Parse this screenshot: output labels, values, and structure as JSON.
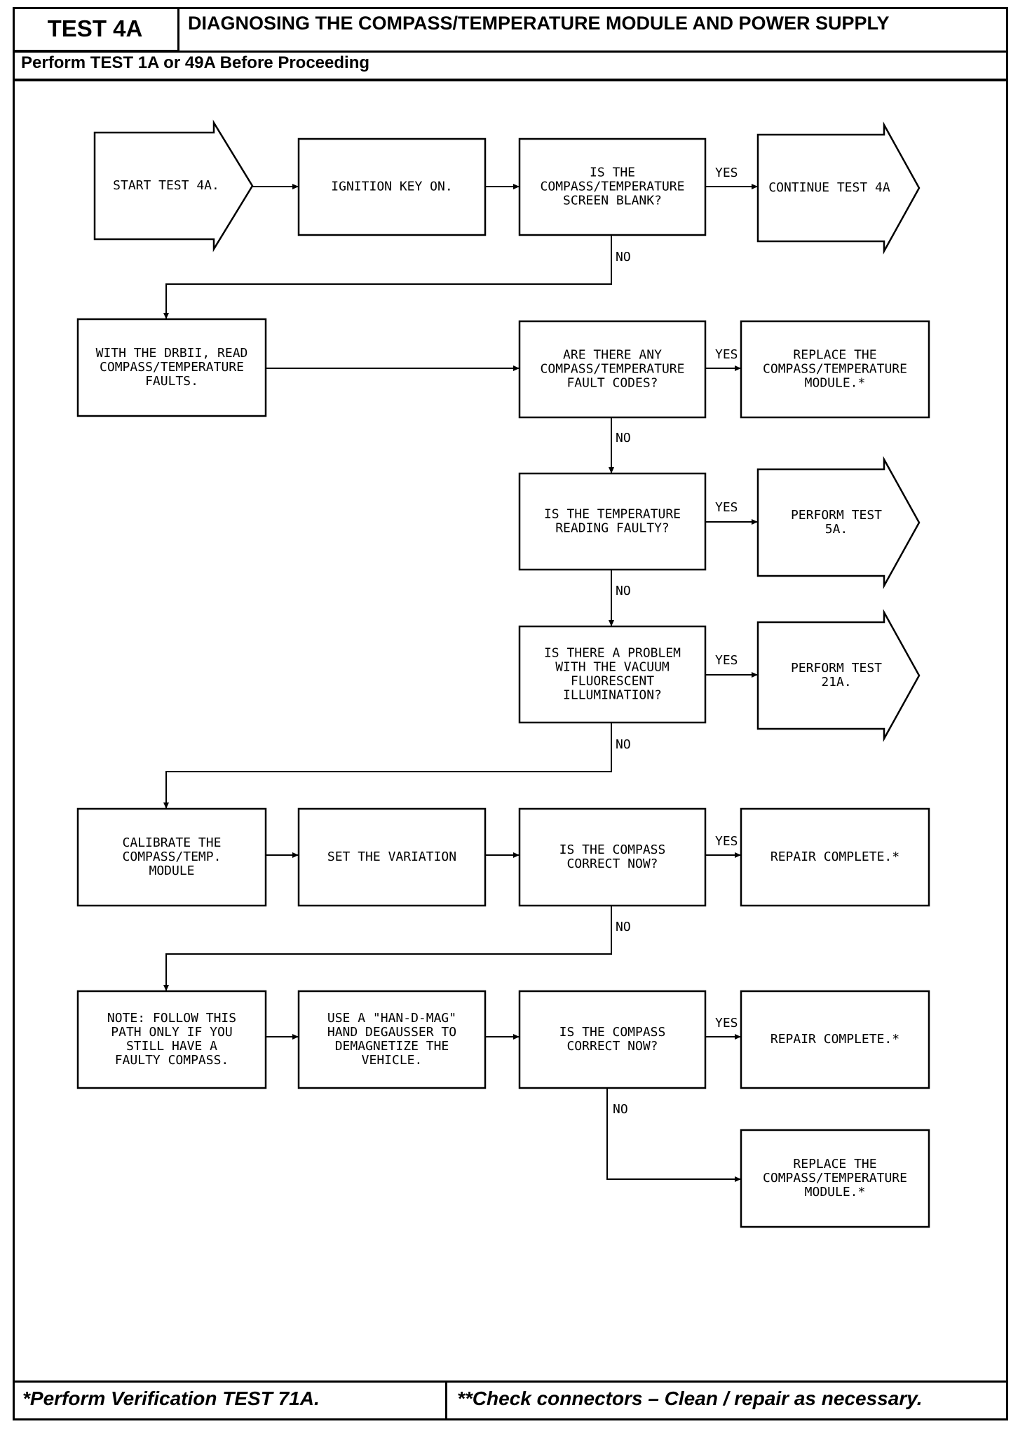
{
  "header": {
    "test_id": "TEST 4A",
    "title": "DIAGNOSING THE COMPASS/TEMPERATURE MODULE AND POWER SUPPLY",
    "prerequisite": "Perform TEST 1A or 49A Before Proceeding"
  },
  "footer": {
    "left_note": "*Perform Verification TEST 71A.",
    "right_note": "**Check connectors – Clean / repair as necessary."
  },
  "flow": {
    "start": [
      "START TEST 4A."
    ],
    "ignition": [
      "IGNITION KEY ON."
    ],
    "q_blank": [
      "IS THE",
      "COMPASS/TEMPERATURE",
      "SCREEN BLANK?"
    ],
    "continue": [
      "CONTINUE TEST 4A"
    ],
    "read_faults": [
      "WITH THE DRBII, READ",
      "COMPASS/TEMPERATURE",
      "FAULTS."
    ],
    "q_fault_codes": [
      "ARE THERE ANY",
      "COMPASS/TEMPERATURE",
      "FAULT CODES?"
    ],
    "replace_module_1": [
      "REPLACE THE",
      "COMPASS/TEMPERATURE",
      "MODULE.*"
    ],
    "q_temp_faulty": [
      "IS THE TEMPERATURE",
      "READING FAULTY?"
    ],
    "perform_5a": [
      "PERFORM TEST",
      "5A."
    ],
    "q_vacuum": [
      "IS THERE A PROBLEM",
      "WITH THE VACUUM",
      "FLUORESCENT",
      "ILLUMINATION?"
    ],
    "perform_21a": [
      "PERFORM TEST",
      "21A."
    ],
    "calibrate": [
      "CALIBRATE THE",
      "COMPASS/TEMP.",
      "MODULE"
    ],
    "set_variation": [
      "SET THE VARIATION"
    ],
    "q_correct_1": [
      "IS THE COMPASS",
      "CORRECT NOW?"
    ],
    "repair_complete_1": [
      "REPAIR COMPLETE.*"
    ],
    "note": [
      "NOTE:  FOLLOW THIS",
      "PATH ONLY IF YOU",
      "STILL HAVE A",
      "FAULTY COMPASS."
    ],
    "degauss": [
      "USE A \"HAN-D-MAG\"",
      "HAND DEGAUSSER TO",
      "DEMAGNETIZE THE",
      "VEHICLE."
    ],
    "q_correct_2": [
      "IS THE COMPASS",
      "CORRECT NOW?"
    ],
    "repair_complete_2": [
      "REPAIR COMPLETE.*"
    ],
    "replace_module_2": [
      "REPLACE THE",
      "COMPASS/TEMPERATURE",
      "MODULE.*"
    ],
    "yes_label": "YES",
    "no_label": "NO"
  }
}
